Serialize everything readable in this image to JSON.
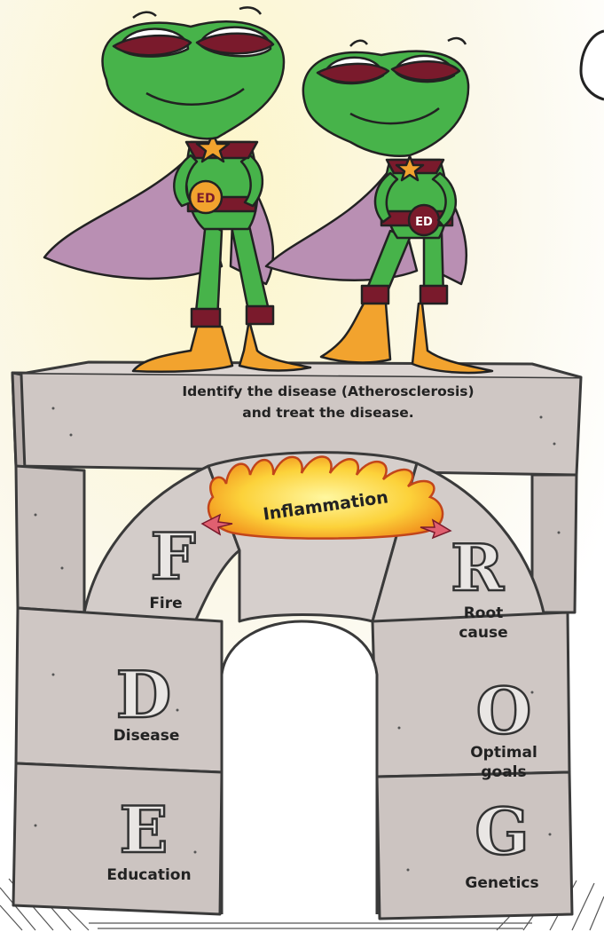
{
  "keystone": {
    "line1": "Identify the disease (Atherosclerosis)",
    "line2": "and treat the disease."
  },
  "center": {
    "label": "Inflammation"
  },
  "blocks": [
    {
      "letter": "F",
      "label": "Fire"
    },
    {
      "letter": "D",
      "label": "Disease"
    },
    {
      "letter": "E",
      "label": "Education"
    },
    {
      "letter": "R",
      "label": "Root",
      "label2": "cause"
    },
    {
      "letter": "O",
      "label": "Optimal",
      "label2": "goals"
    },
    {
      "letter": "G",
      "label": "Genetics"
    }
  ],
  "badges": {
    "left": "ED",
    "right": "ED"
  },
  "colors": {
    "stone": "#cfc7c4",
    "frog": "#47b34a",
    "costume": "#7a1a2c",
    "cape": "#b98fb3",
    "feet": "#f2a32e",
    "fire": "#f6b21a"
  }
}
